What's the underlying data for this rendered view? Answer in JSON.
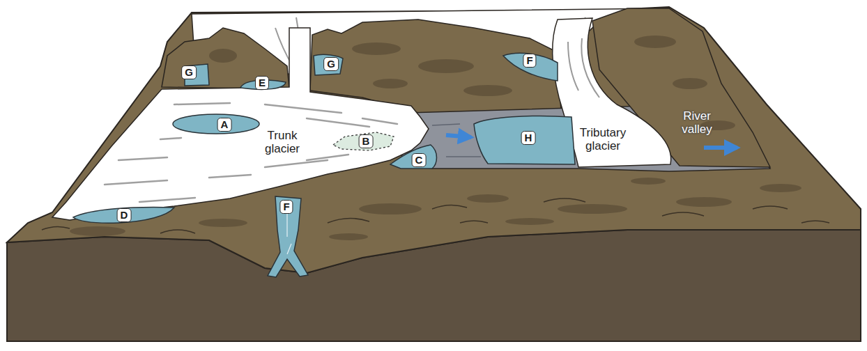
{
  "diagram": {
    "labels": [
      "G",
      "E",
      "G",
      "F",
      "A",
      "Trunk glacier",
      "B",
      "H",
      "Tributary glacier",
      "River valley",
      "C",
      "D",
      "F"
    ]
  }
}
